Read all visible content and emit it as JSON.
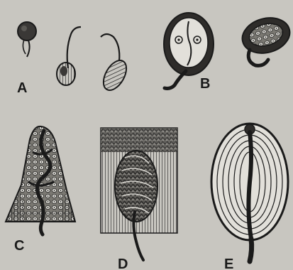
{
  "figure": {
    "labels": {
      "a": "A",
      "b": "B",
      "c": "C",
      "d": "D",
      "e": "E"
    }
  },
  "colors": {
    "paper": "#c8c6c0",
    "ink": "#1a1a1a",
    "shade": "#4a4a48",
    "light": "#e2e0da"
  }
}
